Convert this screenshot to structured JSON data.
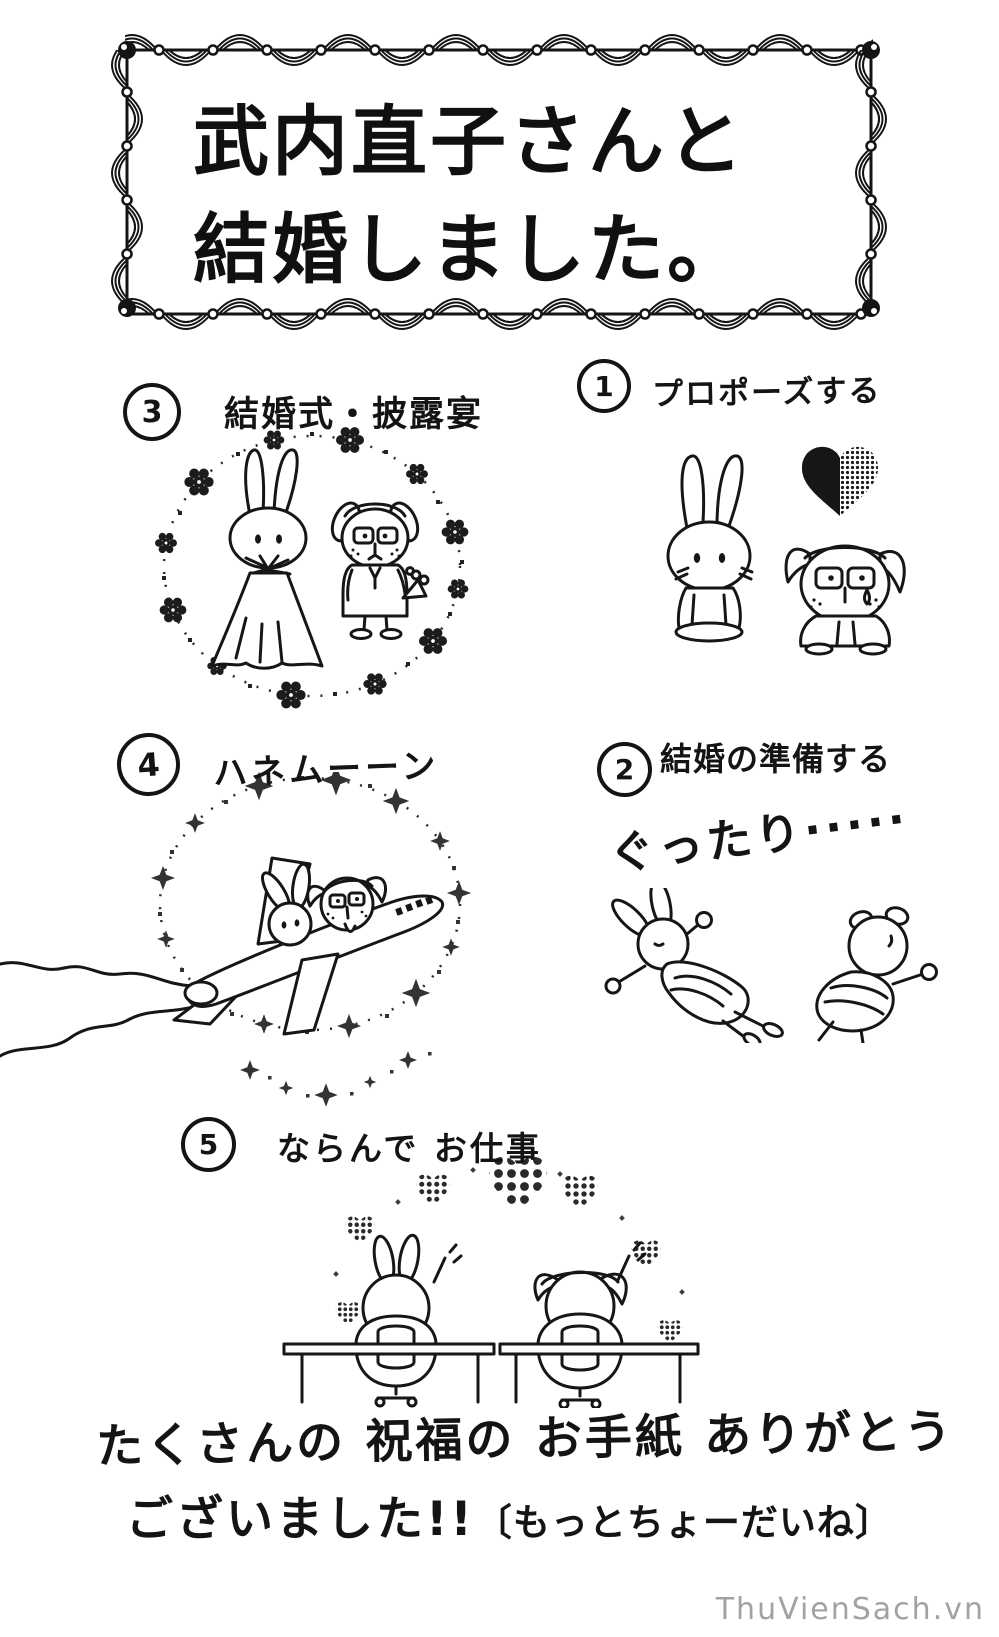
{
  "title": {
    "line1": "武内直子さんと",
    "line2": "結婚しました。"
  },
  "panels": {
    "p1": {
      "number": "1",
      "label": "プロポーズする"
    },
    "p2": {
      "number": "2",
      "label": "結婚の準備する",
      "caption": "ぐったり·····"
    },
    "p3": {
      "number": "3",
      "label": "結婚式・披露宴"
    },
    "p4": {
      "number": "4",
      "label": "ハネムーーン"
    },
    "p5": {
      "number": "5",
      "label": "ならんで お仕事"
    }
  },
  "footer": {
    "line1": "たくさんの 祝福の お手紙 ありがとう",
    "line2_main": "ございました!!",
    "line2_note": "〔もっとちょーだいね〕"
  },
  "watermark": "ThuVienSach.vn",
  "colors": {
    "ink": "#161616",
    "paper": "#ffffff",
    "halftone": "#3c3c3c",
    "watermark": "#a2a2a2"
  }
}
